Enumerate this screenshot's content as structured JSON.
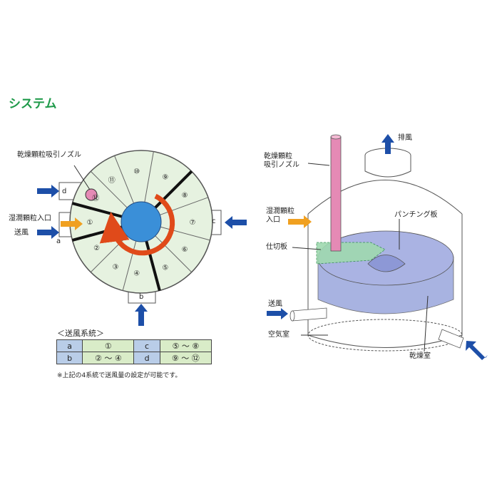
{
  "title": "システム",
  "left": {
    "nozzle_label": "乾燥顆粒吸引ノズル",
    "inlet_label": "湿潤顆粒入口",
    "blower_label": "送風",
    "port_a": "a",
    "port_b": "b",
    "port_c": "c",
    "port_d": "d",
    "segments": [
      "①",
      "②",
      "③",
      "④",
      "⑤",
      "⑥",
      "⑦",
      "⑧",
      "⑨",
      "⑩",
      "⑪",
      "⑫"
    ]
  },
  "legend": {
    "title": "＜送風系統＞",
    "rows": [
      {
        "k1": "a",
        "v1": "①",
        "k2": "c",
        "v2": "⑤ ～ ⑧"
      },
      {
        "k1": "b",
        "v1": "② ～ ④",
        "k2": "d",
        "v2": "⑨ ～ ⑫"
      }
    ],
    "note": "※上記の4系統で送風量の設定が可能です。"
  },
  "right": {
    "exhaust_label": "排風",
    "nozzle_label_line1": "乾燥顆粒",
    "nozzle_label_line2": "吸引ノズル",
    "inlet_label_line1": "湿潤顆粒",
    "inlet_label_line2": "入口",
    "punching_label": "パンチング板",
    "partition_label": "仕切板",
    "blower_label": "送風",
    "air_chamber_label": "空気室",
    "drying_chamber_label": "乾燥室"
  },
  "colors": {
    "title": "#1f9a4a",
    "blue_arrow": "#1d4fa8",
    "orange_arrow": "#f0a020",
    "red_arrow": "#e04a1a",
    "center_disc": "#3a8fd8",
    "segment_fill": "#e6f2e0",
    "nozzle_pink": "#e58ab5",
    "chamber_blue": "#9aa6dc",
    "partition_green": "#9fd9b0"
  }
}
